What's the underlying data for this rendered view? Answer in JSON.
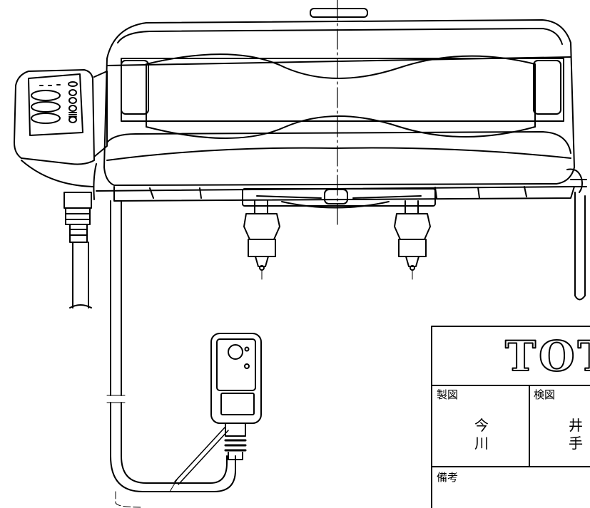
{
  "title_block": {
    "logo": "TOTO",
    "drafter_label": "製図",
    "drafter_name_1": "今",
    "drafter_name_2": "川",
    "checker_label": "検図",
    "checker_name_1": "井",
    "checker_name_2": "手",
    "remarks_label": "備考"
  },
  "colors": {
    "line": "#000000",
    "paper": "#ffffff"
  }
}
